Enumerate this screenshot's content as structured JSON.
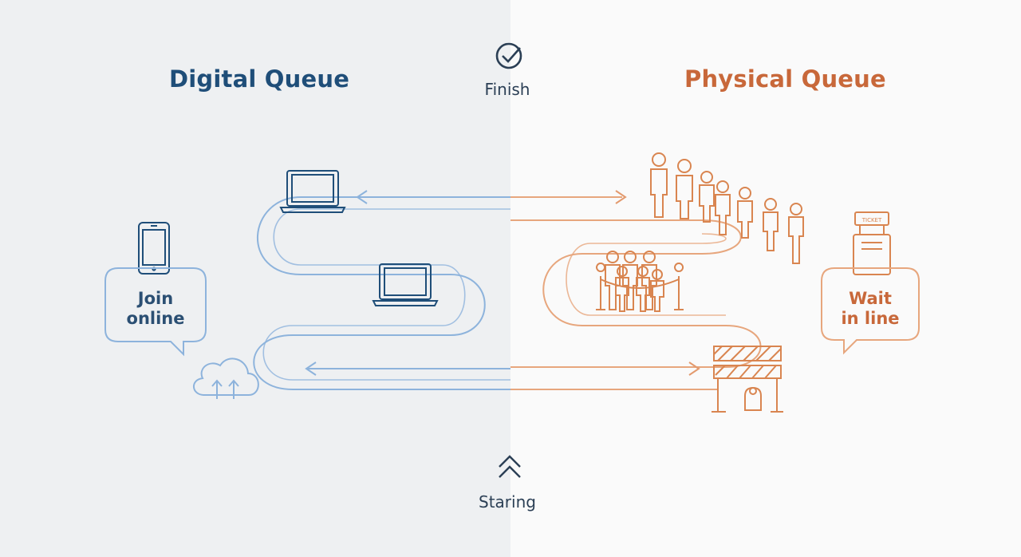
{
  "titles": {
    "digital": "Digital Queue",
    "physical": "Physical Queue"
  },
  "markers": {
    "finish": "Finish",
    "start": "Staring"
  },
  "bubbles": {
    "digital_line1": "Join",
    "digital_line2": "online",
    "physical_line1": "Wait",
    "physical_line2": "in line"
  },
  "kiosk_label": "TICKET",
  "colors": {
    "digital": "#7fa7d3",
    "digital_dark": "#1f4e79",
    "physical": "#e39a6e",
    "physical_dark": "#c8683a"
  }
}
